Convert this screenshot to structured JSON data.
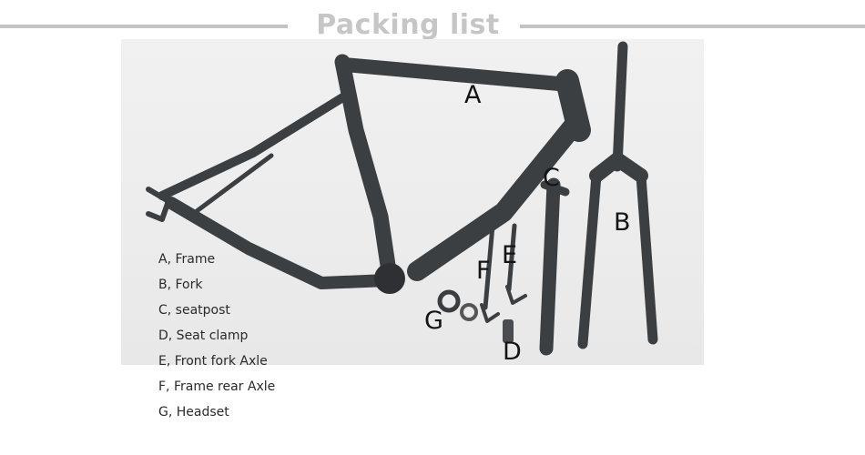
{
  "header": {
    "title": "Packing list"
  },
  "photo": {
    "labels": {
      "a": "A",
      "b": "B",
      "c": "C",
      "d": "D",
      "e": "E",
      "f": "F",
      "g": "G"
    },
    "colors": {
      "carbon": "#3c3f42",
      "background": "#eeeeee"
    }
  },
  "legend": {
    "items": [
      "A, Frame",
      "B, Fork",
      "C, seatpost",
      "D, Seat clamp",
      "E, Front fork Axle",
      "F, Frame rear Axle",
      "G, Headset"
    ]
  }
}
